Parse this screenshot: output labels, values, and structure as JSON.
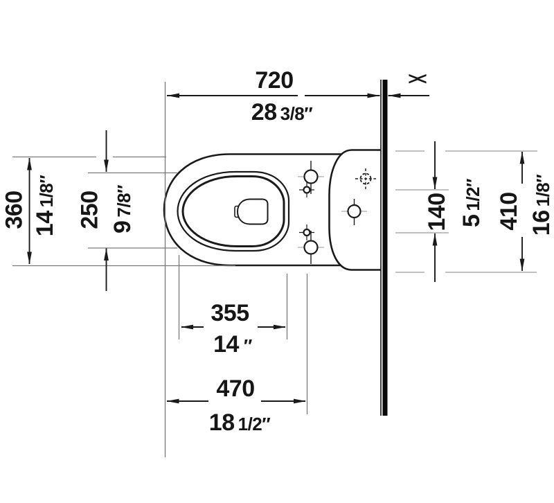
{
  "drawing": {
    "title": "toilet-top-view-dimension-drawing",
    "wall_break_symbol": "><",
    "colors": {
      "line": "#1a1a1a",
      "extension": "#787878",
      "light_extension": "#9a9a9a",
      "crosshair": "#adadad",
      "wall": "#0a0a0a",
      "background": "#ffffff"
    },
    "dims": {
      "top_width": {
        "mm": "720",
        "inch_whole": "28",
        "inch_frac": "3/8″"
      },
      "bowl_width": {
        "mm": "360",
        "inch_whole": "14",
        "inch_frac": "1/8″"
      },
      "basin_width": {
        "mm": "250",
        "inch_whole": "9",
        "inch_frac": "7/8″"
      },
      "basin_length": {
        "mm": "355",
        "inch_whole": "14",
        "inch_frac": "″"
      },
      "front_to_holes": {
        "mm": "470",
        "inch_whole": "18",
        "inch_frac": "1/2″"
      },
      "hole_spacing": {
        "mm": "140",
        "inch_whole": "5",
        "inch_frac": "1/2″"
      },
      "depth_from_wall": {
        "mm": "410",
        "inch_whole": "16",
        "inch_frac": "1/8″"
      }
    }
  }
}
